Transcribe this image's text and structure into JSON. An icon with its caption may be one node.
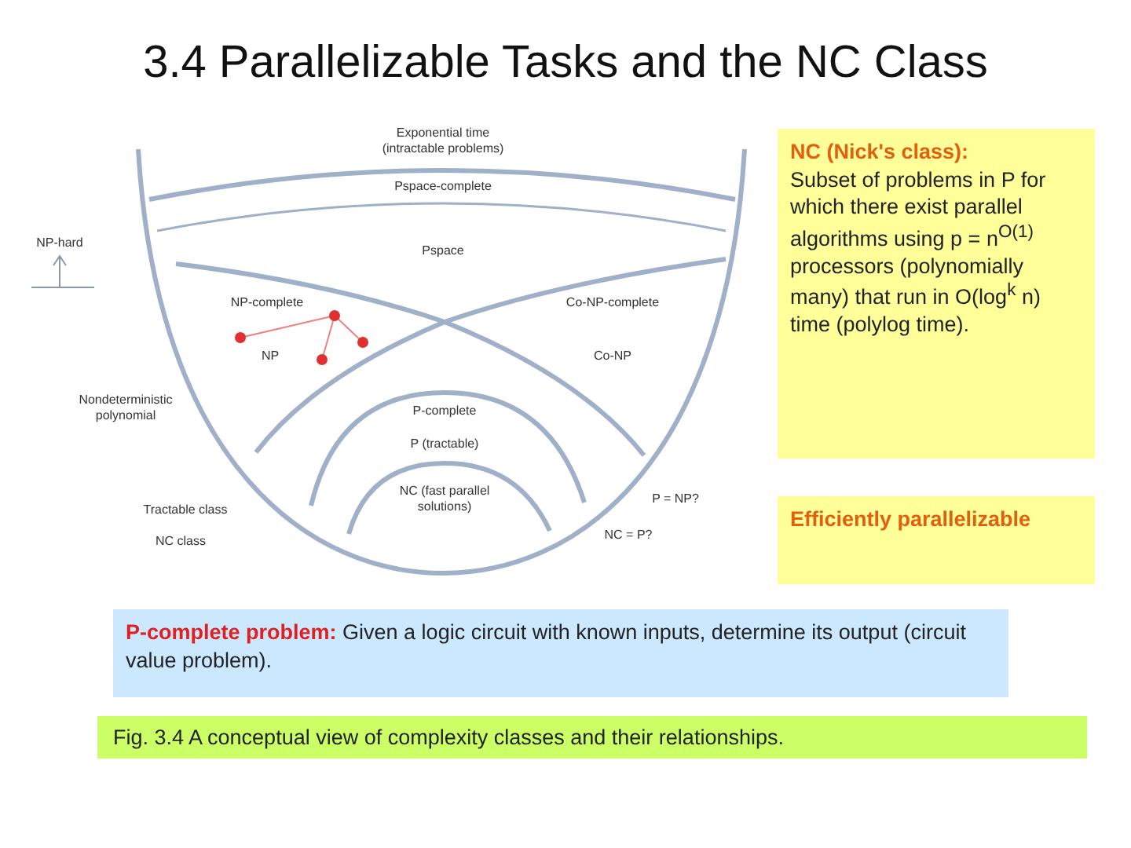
{
  "diagram": {
    "title": "3.4  Parallelizable Tasks and the NC Class",
    "caption": "Fig. 3.4   A conceptual view of complexity classes and their relationships.",
    "nodes": [
      {
        "text": [
          "NC (Nick's class):",
          "Subset of problems in P for which there exist parallel algorithms using p = n$^{O(1)}$ processors (polynomially many) that run in O(log$^{k}$ n) time (polylog time)."
        ]
      },
      {
        "text": [
          "Efficiently parallelizable"
        ]
      },
      {
        "text": [
          "P-complete problem:",
          "Given a logic circuit with known inputs, determine its output (circuit value problem)."
        ]
      }
    ],
    "labels": [
      "Exponential time (intractable problems)",
      "Pspace-complete",
      "NP-hard",
      "Pspace",
      "NP-complete",
      "Co-NP-complete",
      "NP",
      "Co-NP",
      "Nondeterministic polynomial",
      "P-complete",
      "P (tractable)",
      "NC (fast parallel solutions)",
      "P = NP?",
      "Tractable class",
      "NC = P?",
      "NC class"
    ]
  }
}
